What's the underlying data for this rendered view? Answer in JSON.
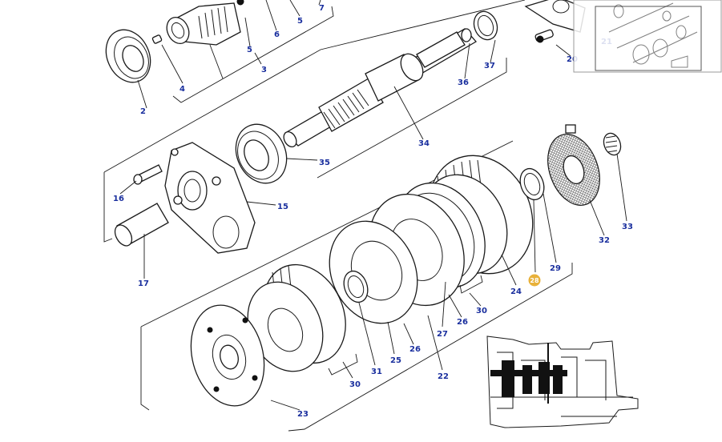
{
  "diagram": {
    "callouts": [
      {
        "id": "c7",
        "text": "7"
      },
      {
        "id": "c6",
        "text": "6"
      },
      {
        "id": "c5a",
        "text": "5"
      },
      {
        "id": "c5b",
        "text": "5"
      },
      {
        "id": "c3",
        "text": "3"
      },
      {
        "id": "c4",
        "text": "4"
      },
      {
        "id": "c2",
        "text": "2"
      },
      {
        "id": "c36",
        "text": "36"
      },
      {
        "id": "c37",
        "text": "37"
      },
      {
        "id": "c20",
        "text": "20"
      },
      {
        "id": "c21",
        "text": "21"
      },
      {
        "id": "c34",
        "text": "34"
      },
      {
        "id": "c35",
        "text": "35"
      },
      {
        "id": "c16",
        "text": "16"
      },
      {
        "id": "c15",
        "text": "15"
      },
      {
        "id": "c17",
        "text": "17"
      },
      {
        "id": "c33",
        "text": "33"
      },
      {
        "id": "c32",
        "text": "32"
      },
      {
        "id": "c29",
        "text": "29"
      },
      {
        "id": "c28",
        "text": "28"
      },
      {
        "id": "c24",
        "text": "24"
      },
      {
        "id": "c30a",
        "text": "30"
      },
      {
        "id": "c27",
        "text": "27"
      },
      {
        "id": "c26a",
        "text": "26"
      },
      {
        "id": "c26b",
        "text": "26"
      },
      {
        "id": "c25",
        "text": "25"
      },
      {
        "id": "c31",
        "text": "31"
      },
      {
        "id": "c22",
        "text": "22"
      },
      {
        "id": "c30b",
        "text": "30"
      },
      {
        "id": "c23",
        "text": "23"
      }
    ],
    "highlighted_callout": "28",
    "colors": {
      "callout_text": "#1a2f9e",
      "highlight_fill": "#e8b13a",
      "line": "#1a1a1a",
      "background": "#ffffff"
    },
    "thumbnail": {
      "label": "overview-thumbnail"
    },
    "location_inset": {
      "label": "gearbox-location-inset"
    }
  }
}
